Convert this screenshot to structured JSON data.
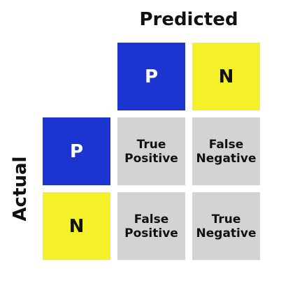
{
  "predicted_label": "Predicted",
  "actual_label": "Actual",
  "colors": {
    "positive": "#1c34d0",
    "negative": "#f4f02a",
    "cell": "#d3d3d3",
    "positive_text": "#ffffff",
    "negative_text": "#111111"
  },
  "columns": [
    {
      "label": "P"
    },
    {
      "label": "N"
    }
  ],
  "rows": [
    {
      "label": "P"
    },
    {
      "label": "N"
    }
  ],
  "cells": {
    "tp": "True\nPositive",
    "fn": "False\nNegative",
    "fp": "False\nPositive",
    "tn": "True\nNegative"
  }
}
